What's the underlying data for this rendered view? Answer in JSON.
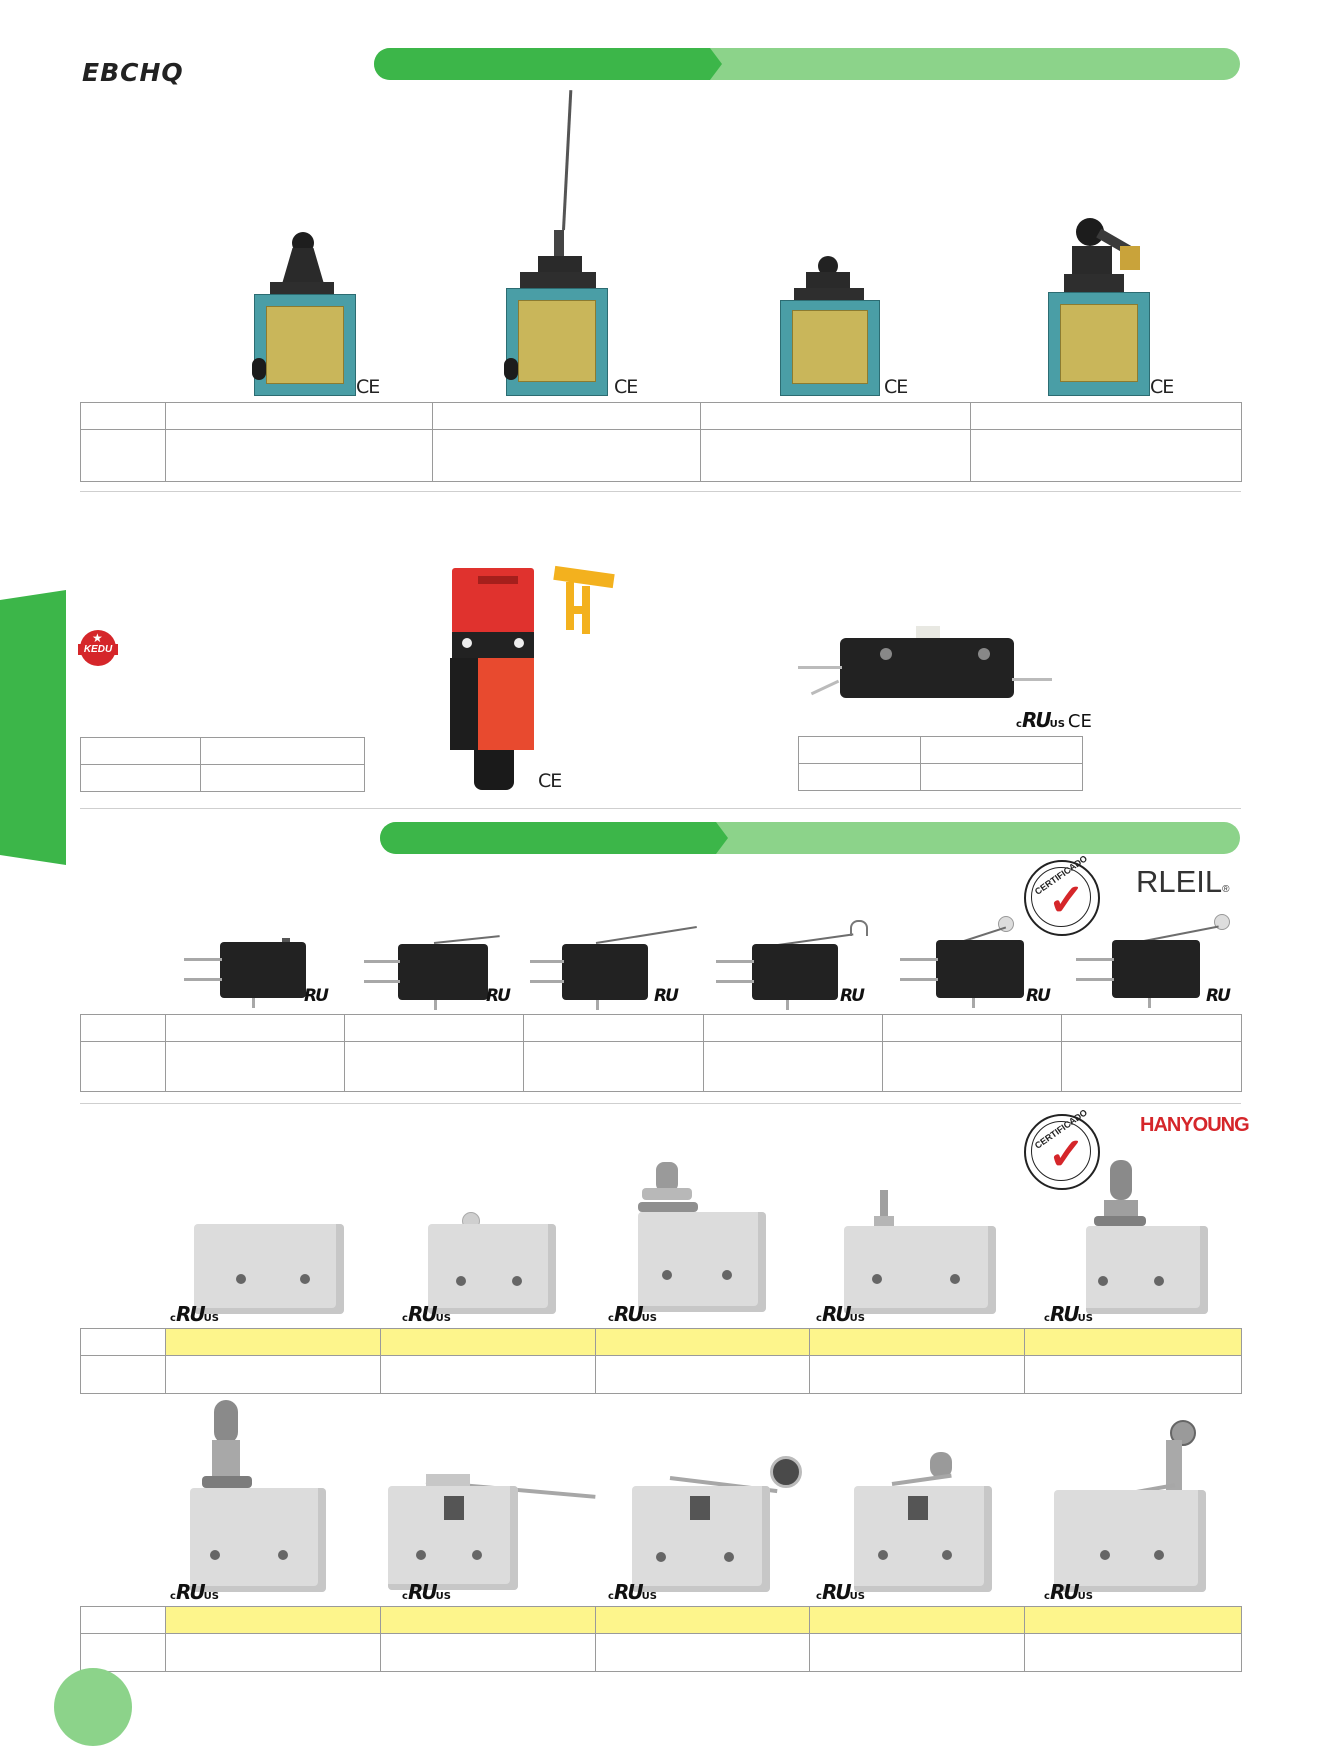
{
  "brand": {
    "logo_text": "EBCHQ"
  },
  "sub_brands": {
    "kedu": "KEDU",
    "rleil": "RLEIL",
    "rleil_reg": "®",
    "hanyoung": "HANYOUNG"
  },
  "marks": {
    "ce": "CE",
    "ul_c": "c",
    "ul_r": "RU",
    "ul_us": "US",
    "seal": "CERTIFICADO"
  },
  "colors": {
    "banner_dark": "#3cb649",
    "banner_light": "#8cd38a",
    "side_tab": "#3cb649",
    "table_highlight": "#fdf58c",
    "housing_teal": "#4a9ea6",
    "housing_gold": "#c9b65a",
    "micro_black": "#222222",
    "micro_grey": "#dcdcdc",
    "safety_red": "#e0322e",
    "key_yellow": "#f3b11e"
  },
  "icons": [
    "limit-switch",
    "safety-interlock",
    "micro-switch",
    "certified-seal",
    "ce-mark",
    "ul-mark"
  ]
}
